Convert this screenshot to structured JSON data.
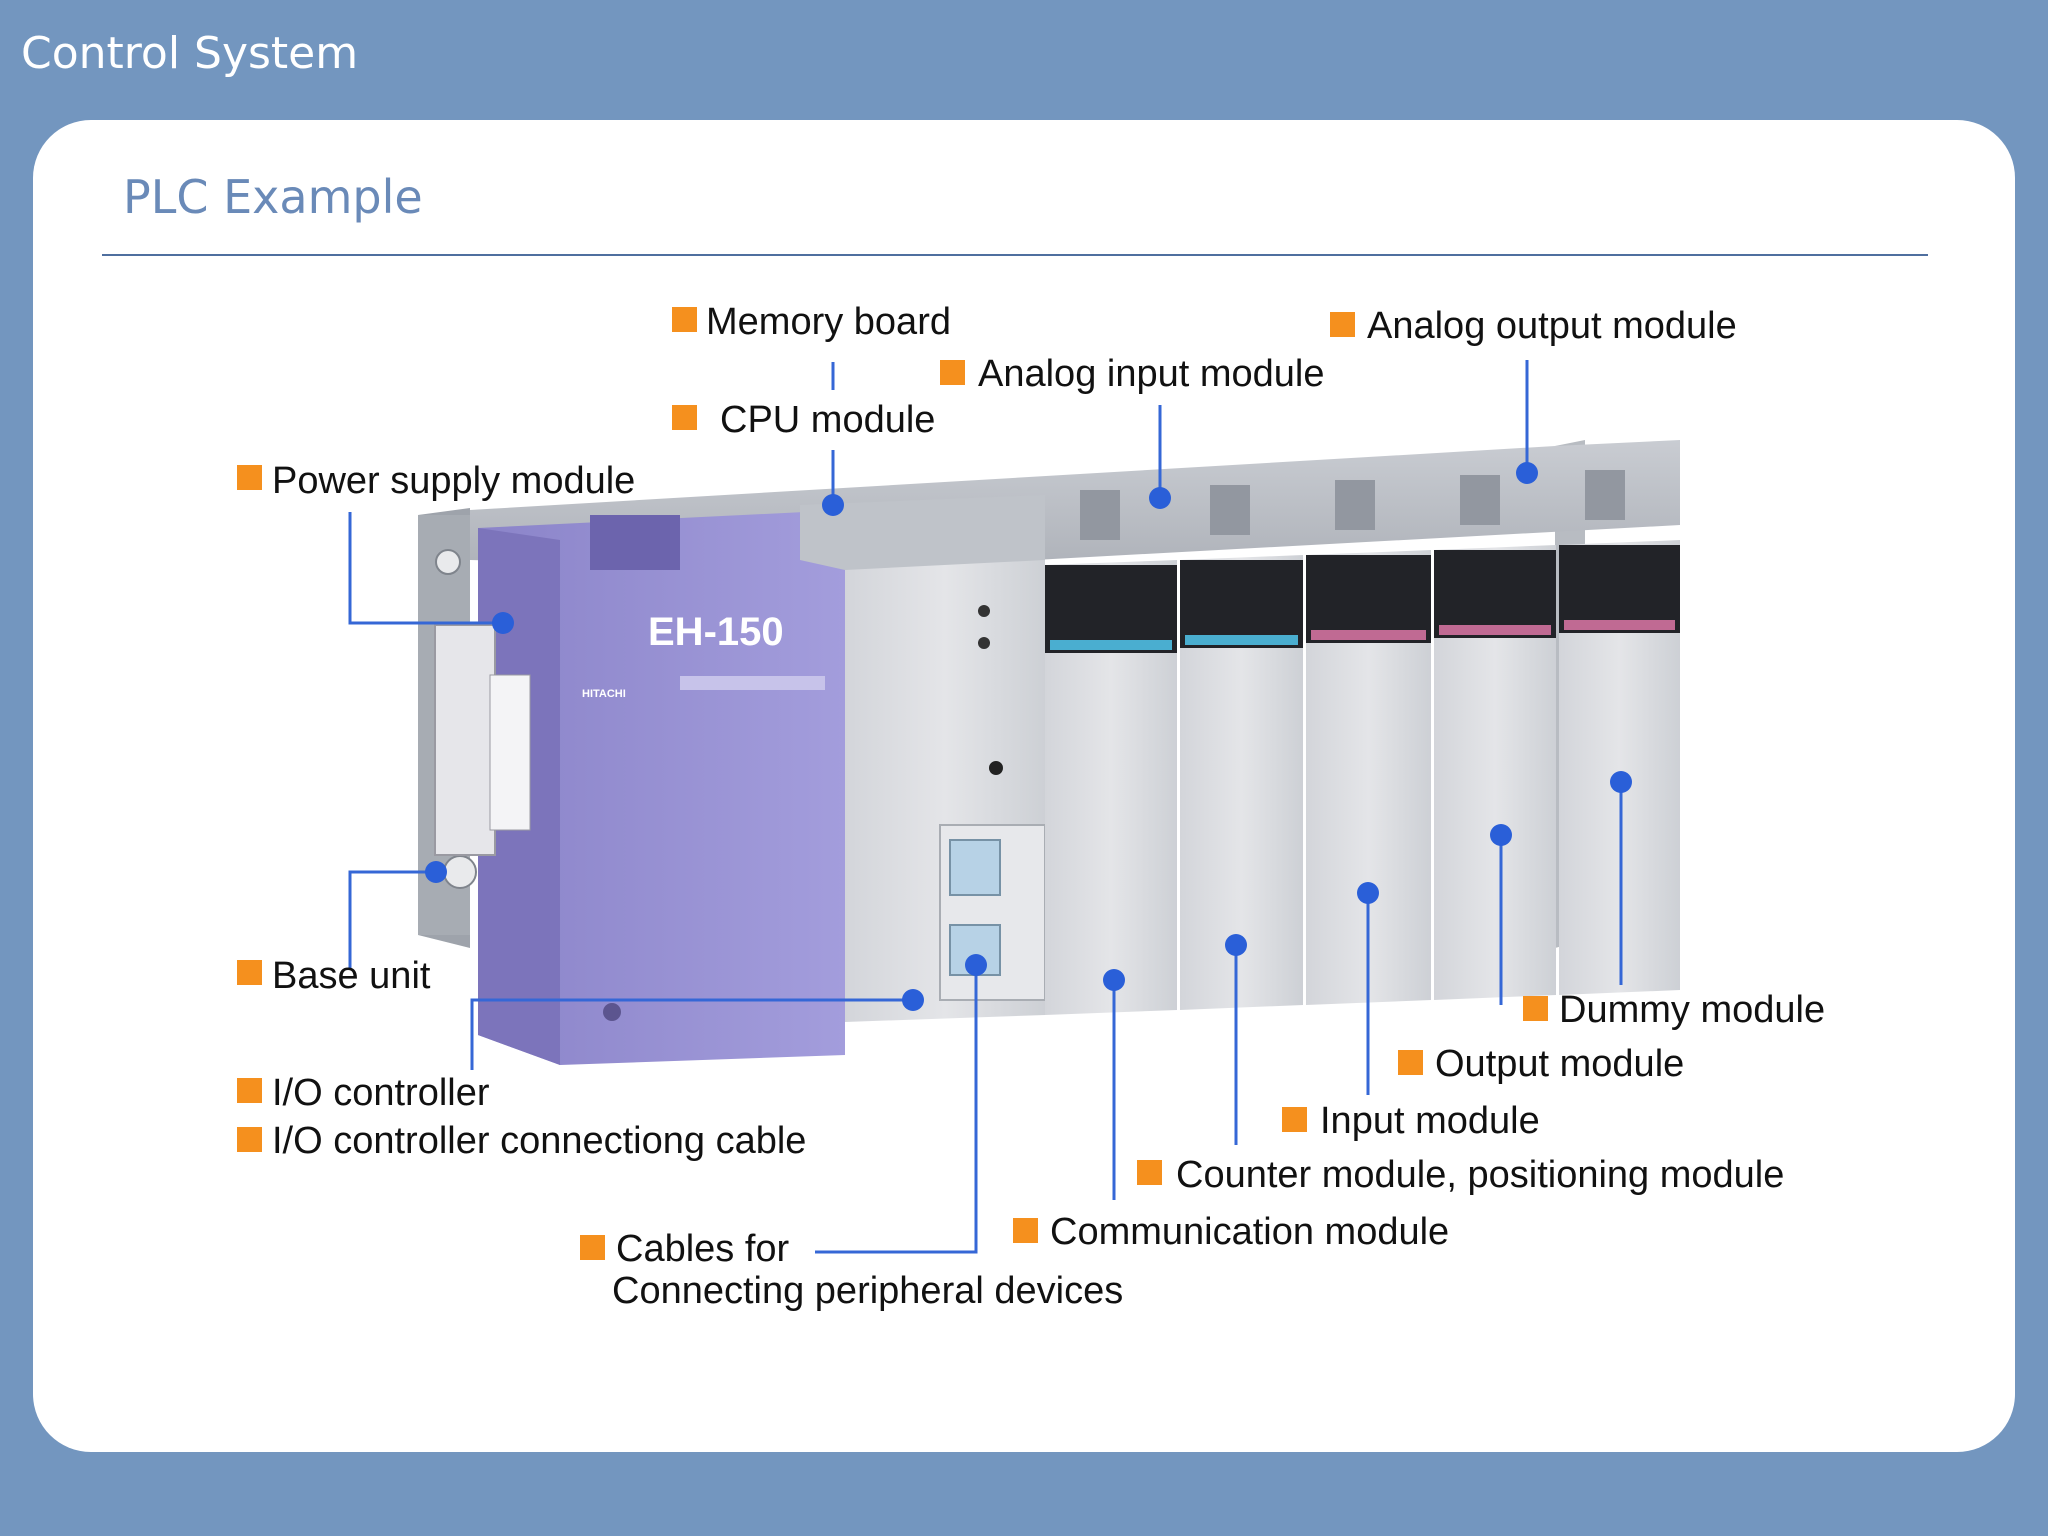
{
  "header": {
    "title": "Control System"
  },
  "slide": {
    "title": "PLC Example"
  },
  "device": {
    "model": "EH-150",
    "brand": "HITACHI"
  },
  "labels": {
    "memory_board": "Memory board",
    "cpu_module": "CPU module",
    "analog_input": "Analog input module",
    "analog_output": "Analog output module",
    "power_supply": "Power supply module",
    "base_unit": "Base unit",
    "io_controller": "I/O controller",
    "io_cable": "I/O controller connectiong cable",
    "cables_for": "Cables for",
    "connecting_peripheral": "Connecting peripheral devices",
    "communication_module": "Communication module",
    "counter_module": "Counter  module, positioning module",
    "input_module": "Input module",
    "output_module": "Output module",
    "dummy_module": "Dummy  module"
  },
  "colors": {
    "bullet": "#f5901e",
    "leader": "#3567d6",
    "dot": "#2a5fd8",
    "frame": "#7396bf"
  }
}
